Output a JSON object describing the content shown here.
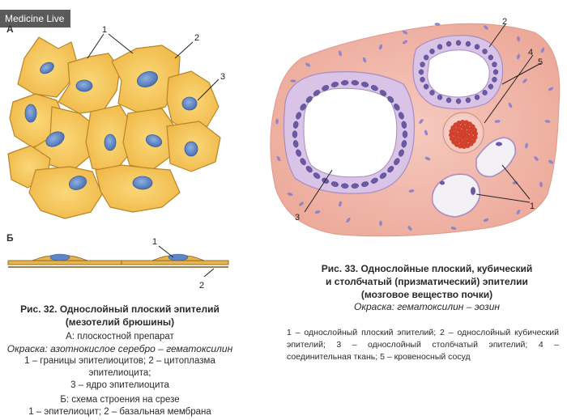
{
  "watermark": "Medicine Live",
  "fig32": {
    "panel_a": "А",
    "panel_b": "Б",
    "labels": [
      "1",
      "2",
      "3"
    ],
    "labels_b": [
      "1",
      "2"
    ],
    "title_line1": "Рис. 32. Однослойный плоский эпителий",
    "title_line2": "(мезотелий брюшины)",
    "part_a": "А: плоскостной препарат",
    "stain": "Окраска: азотнокислое серебро – гематоксилин",
    "legend_a_line1": "1 – границы эпителиоцитов; 2 – цитоплазма эпителиоцита;",
    "legend_a_line2": "3 – ядро эпителиоцита",
    "part_b": "Б: схема строения на срезе",
    "legend_b": "1 – эпителиоцит; 2 – базальная мембрана"
  },
  "fig33": {
    "labels": [
      "1",
      "2",
      "3",
      "4",
      "5"
    ],
    "title_line1": "Рис. 33. Однослойные плоский, кубический",
    "title_line2": "и столбчатый (призматический) эпителии",
    "title_line3": "(мозговое вещество почки)",
    "stain": "Окраска: гематоксилин – эозин",
    "legend_line1": "1 – однослойный плоский эпителий; 2 – однослойный кубический эпителий; 3 – однослойный столбчатый эпителий; 4 – соединительная ткань; 5 – кровеносный сосуд"
  },
  "colors": {
    "cytoplasm": "#f5c45a",
    "nucleus": "#5f86c4",
    "tissue": "#f1b9ad",
    "epithelium": "#d9c3e6",
    "blood": "#d9432e"
  }
}
